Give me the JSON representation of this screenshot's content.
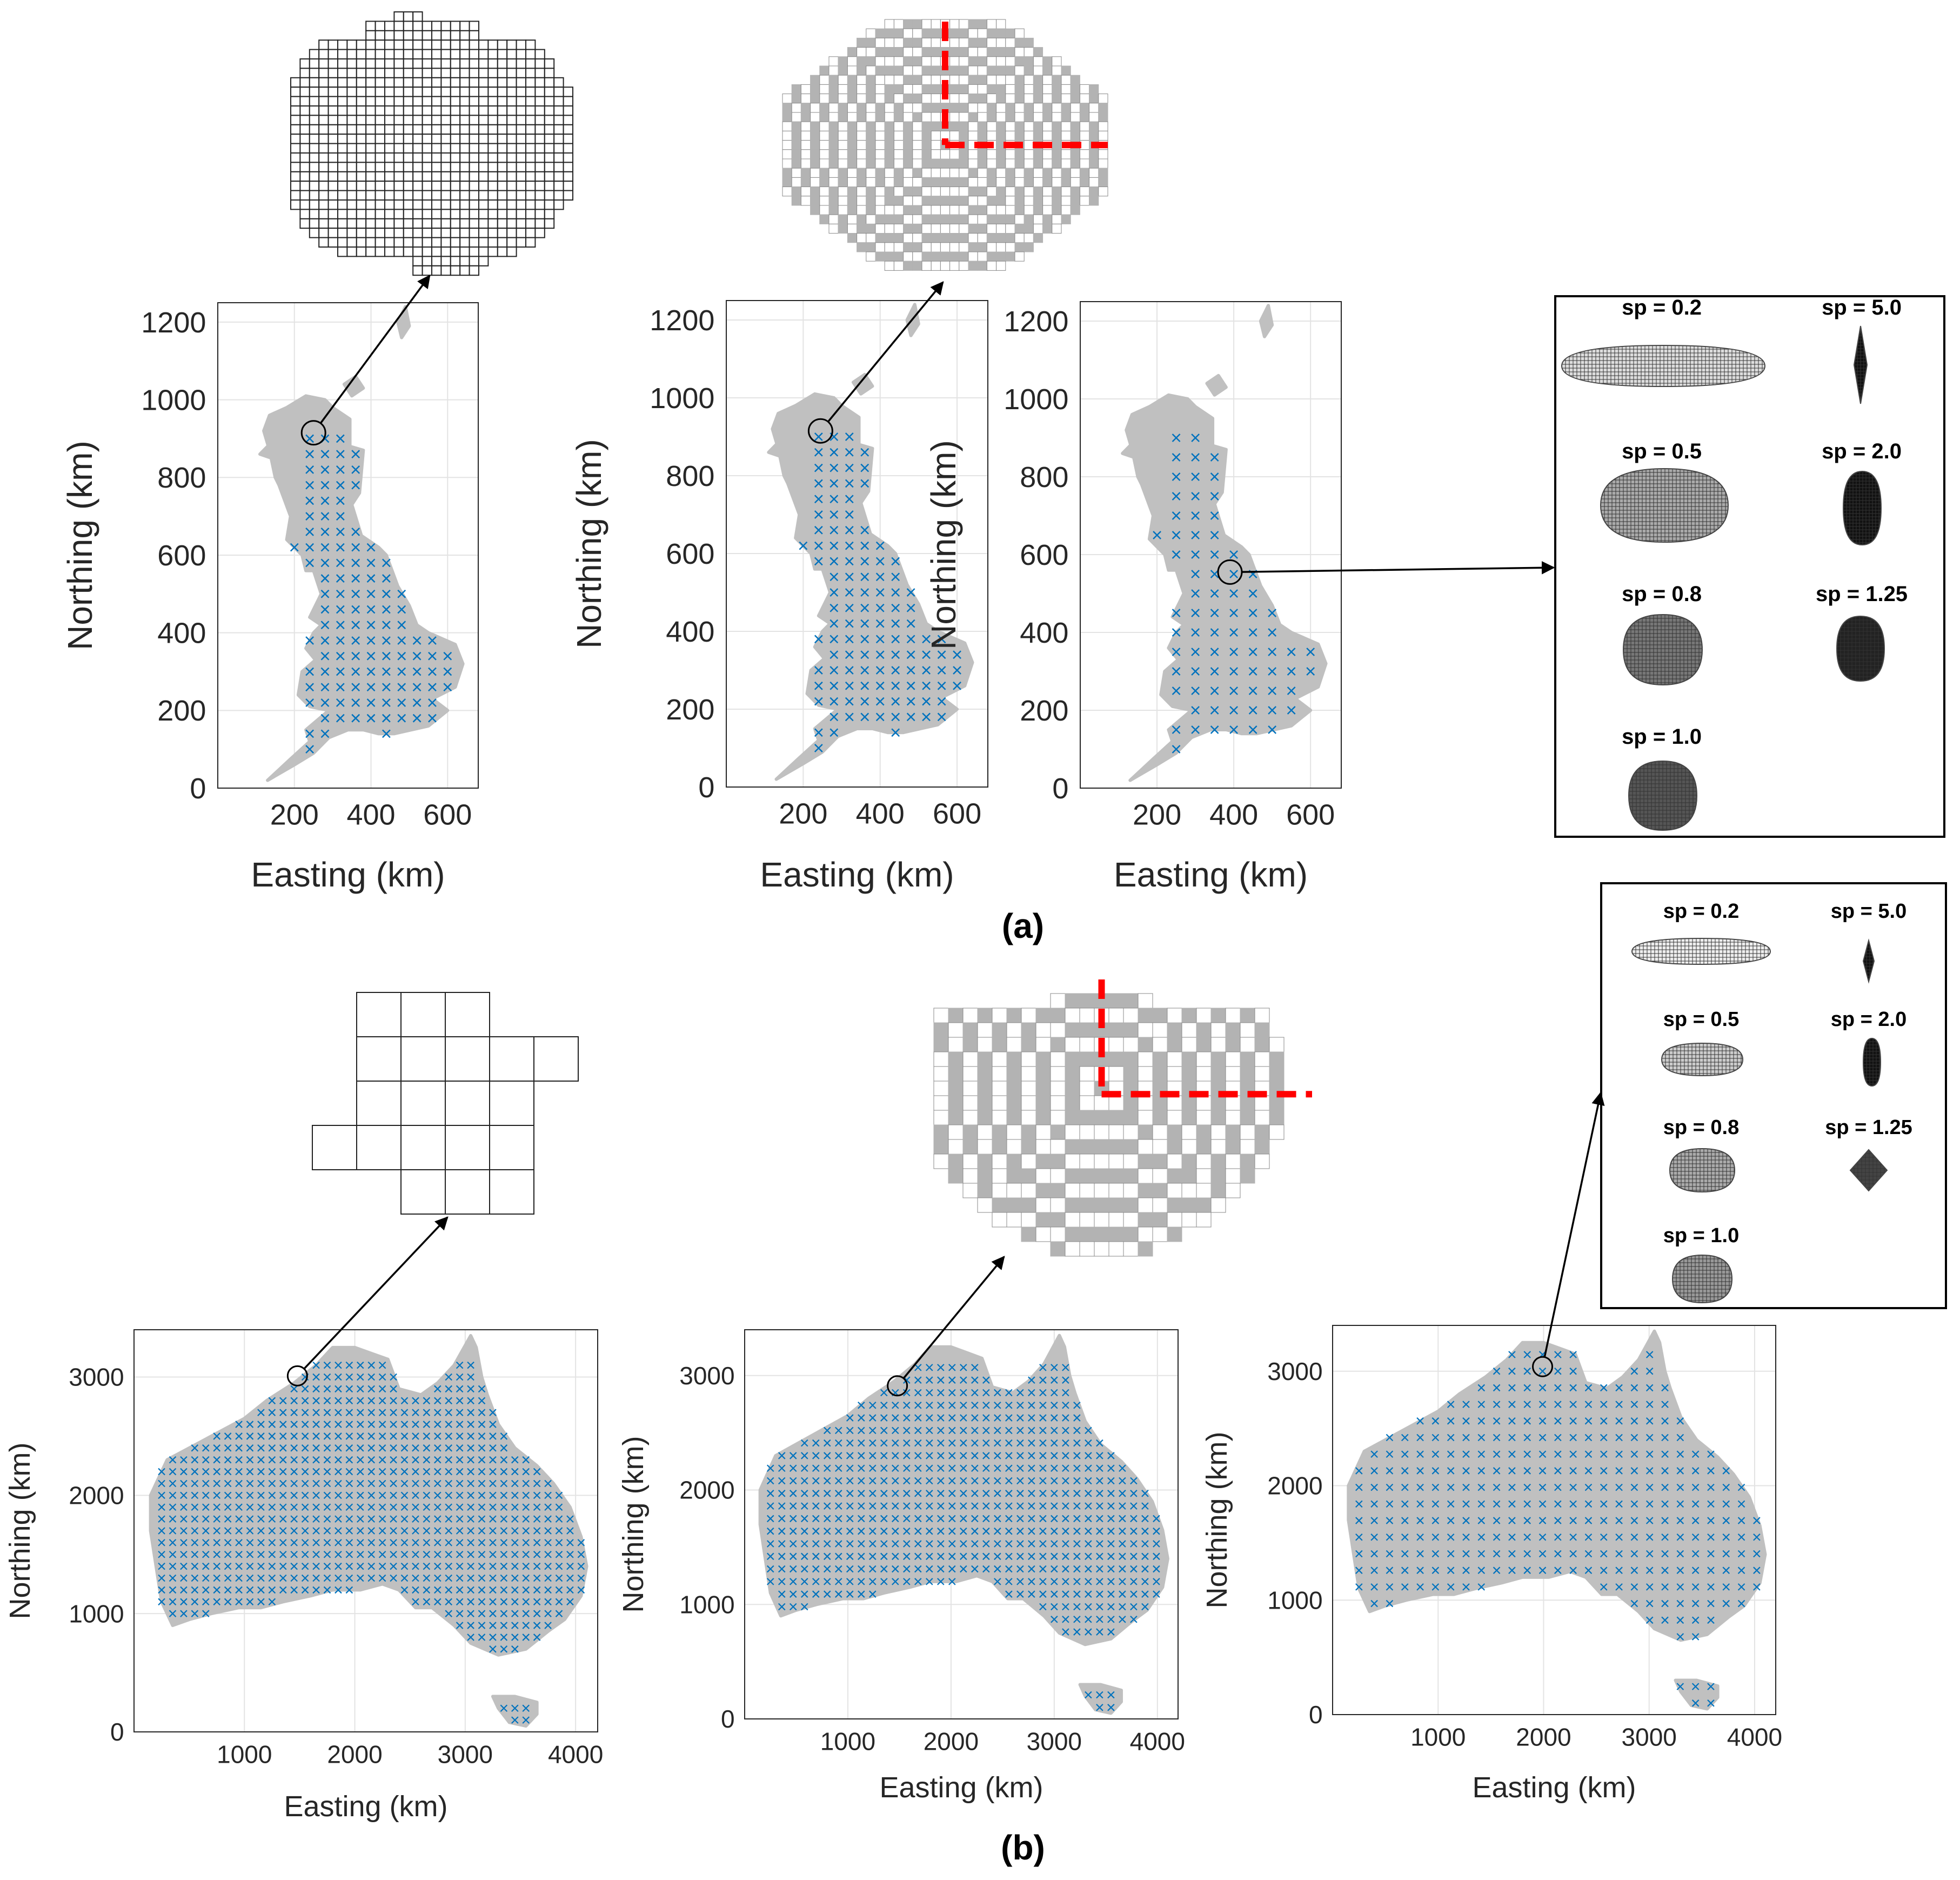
{
  "figure": {
    "panel_a_label": "(a)",
    "panel_b_label": "(b)"
  },
  "colors": {
    "land": "#c0c0c0",
    "marker": "#0072bd",
    "guide": "#ff0000",
    "cell_fill": "#b3b3b3"
  },
  "chart_data": [
    {
      "id": "gb1",
      "type": "scatter",
      "region": "Great Britain",
      "xlabel": "Easting (km)",
      "ylabel": "Northing (km)",
      "xlim": [
        0,
        680
      ],
      "ylim": [
        0,
        1250
      ],
      "xticks": [
        200,
        400,
        600
      ],
      "yticks": [
        0,
        200,
        400,
        600,
        800,
        1000,
        1200
      ],
      "grid": true,
      "marker": "x",
      "highlight": {
        "x": 250,
        "y": 915
      }
    },
    {
      "id": "gb2",
      "type": "scatter",
      "region": "Great Britain",
      "xlabel": "Easting (km)",
      "ylabel": "Northing (km)",
      "xlim": [
        0,
        680
      ],
      "ylim": [
        0,
        1250
      ],
      "xticks": [
        200,
        400,
        600
      ],
      "yticks": [
        0,
        200,
        400,
        600,
        800,
        1000,
        1200
      ],
      "grid": true,
      "marker": "x",
      "highlight": {
        "x": 245,
        "y": 915
      }
    },
    {
      "id": "gb3",
      "type": "scatter",
      "region": "Great Britain",
      "xlabel": "Easting (km)",
      "ylabel": "Northing (km)",
      "xlim": [
        0,
        680
      ],
      "ylim": [
        0,
        1250
      ],
      "xticks": [
        200,
        400,
        600
      ],
      "yticks": [
        0,
        200,
        400,
        600,
        800,
        1000,
        1200
      ],
      "grid": true,
      "marker": "x",
      "highlight": {
        "x": 390,
        "y": 555
      }
    },
    {
      "id": "au1",
      "type": "scatter",
      "region": "Australia",
      "xlabel": "Easting (km)",
      "ylabel": "Northing (km)",
      "xlim": [
        0,
        4200
      ],
      "ylim": [
        0,
        3400
      ],
      "xticks": [
        1000,
        2000,
        3000,
        4000
      ],
      "yticks": [
        0,
        1000,
        2000,
        3000
      ],
      "grid": true,
      "marker": "x",
      "highlight": {
        "x": 1480,
        "y": 3010
      }
    },
    {
      "id": "au2",
      "type": "scatter",
      "region": "Australia",
      "xlabel": "Easting (km)",
      "ylabel": "Northing (km)",
      "xlim": [
        0,
        4200
      ],
      "ylim": [
        0,
        3400
      ],
      "xticks": [
        1000,
        2000,
        3000,
        4000
      ],
      "yticks": [
        0,
        1000,
        2000,
        3000
      ],
      "grid": true,
      "marker": "x",
      "highlight": {
        "x": 1480,
        "y": 2910
      }
    },
    {
      "id": "au3",
      "type": "scatter",
      "region": "Australia",
      "xlabel": "Easting (km)",
      "ylabel": "Northing (km)",
      "xlim": [
        0,
        4200
      ],
      "ylim": [
        0,
        3400
      ],
      "xticks": [
        1000,
        2000,
        3000,
        4000
      ],
      "yticks": [
        0,
        1000,
        2000,
        3000
      ],
      "grid": true,
      "marker": "x",
      "highlight": {
        "x": 1990,
        "y": 3040
      }
    }
  ],
  "legend_gb": {
    "items": [
      {
        "label": "sp = 0.2",
        "sp": 0.2
      },
      {
        "label": "sp = 5.0",
        "sp": 5.0
      },
      {
        "label": "sp = 0.5",
        "sp": 0.5
      },
      {
        "label": "sp = 2.0",
        "sp": 2.0
      },
      {
        "label": "sp = 0.8",
        "sp": 0.8
      },
      {
        "label": "sp = 1.25",
        "sp": 1.25
      },
      {
        "label": "sp = 1.0",
        "sp": 1.0
      }
    ]
  },
  "legend_au": {
    "items": [
      {
        "label": "sp = 0.2",
        "sp": 0.2
      },
      {
        "label": "sp = 5.0",
        "sp": 5.0
      },
      {
        "label": "sp = 0.5",
        "sp": 0.5
      },
      {
        "label": "sp = 2.0",
        "sp": 2.0
      },
      {
        "label": "sp = 0.8",
        "sp": 0.8
      },
      {
        "label": "sp = 1.25",
        "sp": 1.25
      },
      {
        "label": "sp = 1.0",
        "sp": 1.0
      }
    ]
  }
}
